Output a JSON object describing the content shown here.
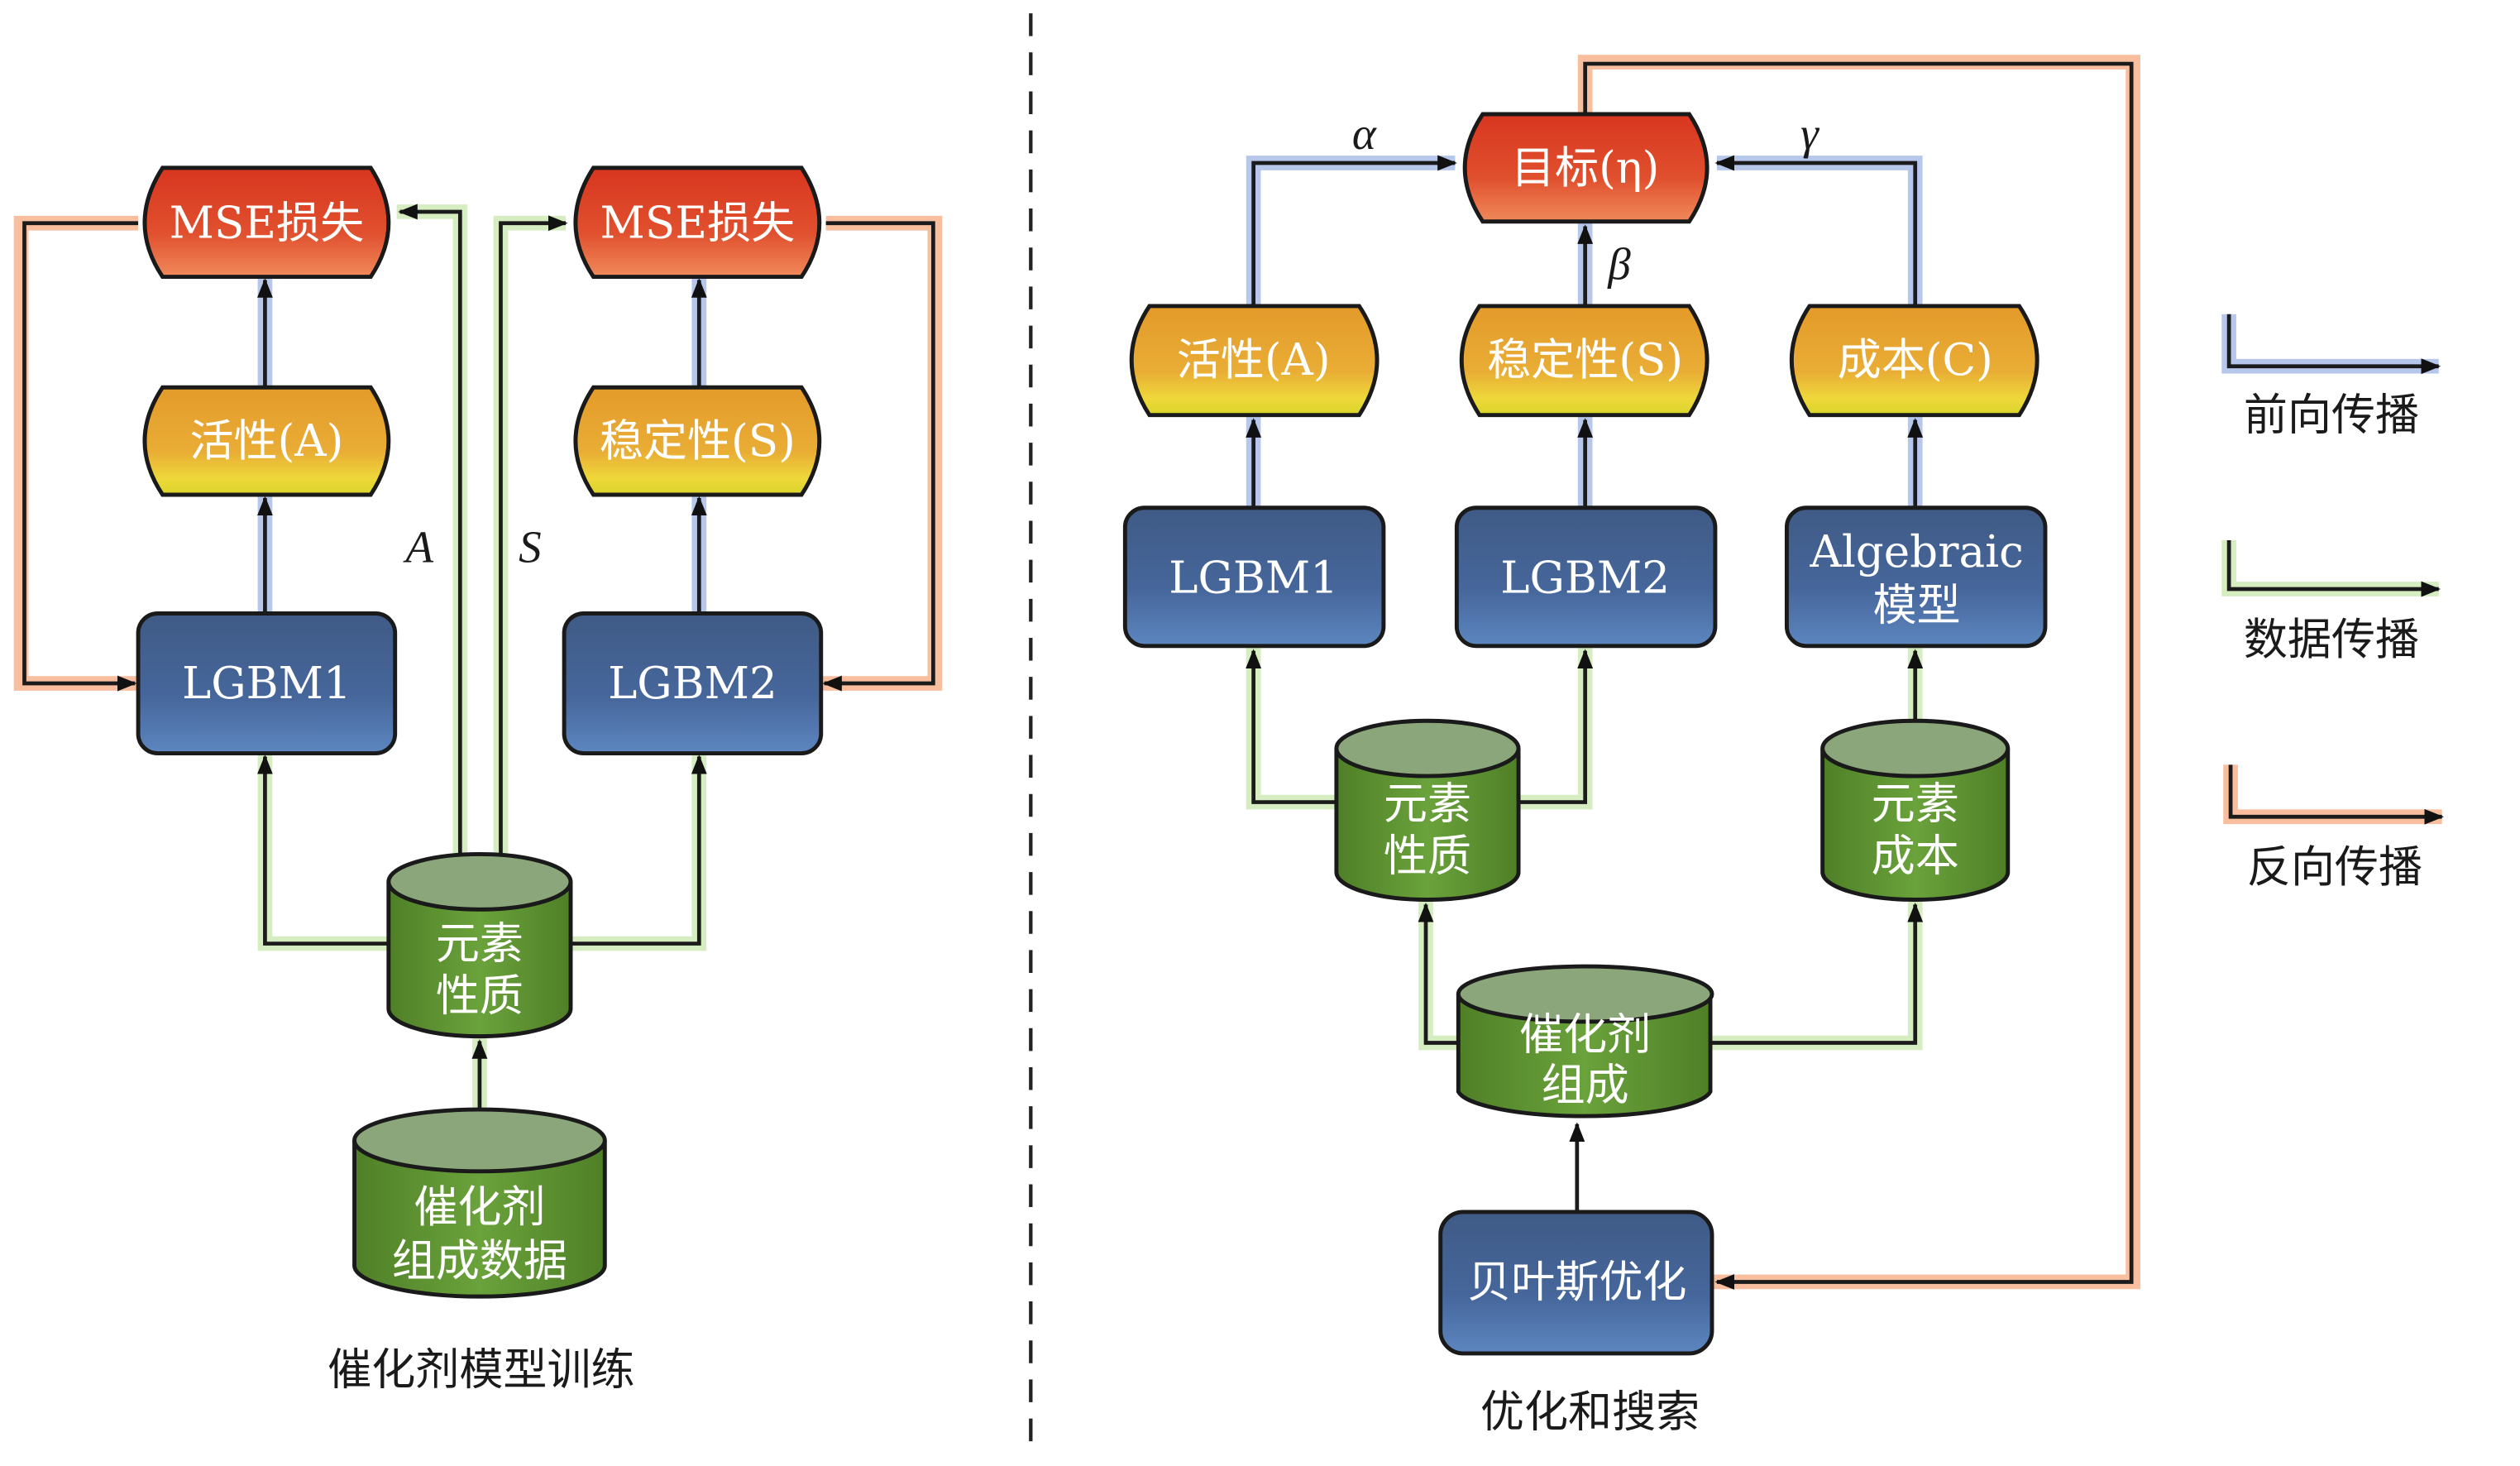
{
  "colors": {
    "forward": "#9fb4e6",
    "data": "#cfeab6",
    "backward": "#f7b38d",
    "loss_node": "#d9452a",
    "property_node": "#e9a82c",
    "model_node": "#3f5f92",
    "database_node": "#5f9432"
  },
  "left_panel": {
    "caption": "催化剂模型训练",
    "loss1": "MSE损失",
    "loss2": "MSE损失",
    "activity": "活性(A)",
    "stability": "稳定性(S)",
    "model1": "LGBM1",
    "model2": "LGBM2",
    "element_props": [
      "元素",
      "性质"
    ],
    "composition_data": [
      "催化剂",
      "组成数据"
    ],
    "label_a": "A",
    "label_s": "S"
  },
  "right_panel": {
    "caption": "优化和搜索",
    "objective": "目标(η)",
    "activity": "活性(A)",
    "stability": "稳定性(S)",
    "cost": "成本(C)",
    "model1": "LGBM1",
    "model2": "LGBM2",
    "algebraic": [
      "Algebraic",
      "模型"
    ],
    "element_props": [
      "元素",
      "性质"
    ],
    "element_cost": [
      "元素",
      "成本"
    ],
    "composition": [
      "催化剂",
      "组成"
    ],
    "bayes": "贝叶斯优化",
    "alpha": "α",
    "beta": "β",
    "gamma": "γ"
  },
  "legend": [
    {
      "label": "前向传播",
      "type": "forward"
    },
    {
      "label": "数据传播",
      "type": "data"
    },
    {
      "label": "反向传播",
      "type": "backward"
    }
  ]
}
